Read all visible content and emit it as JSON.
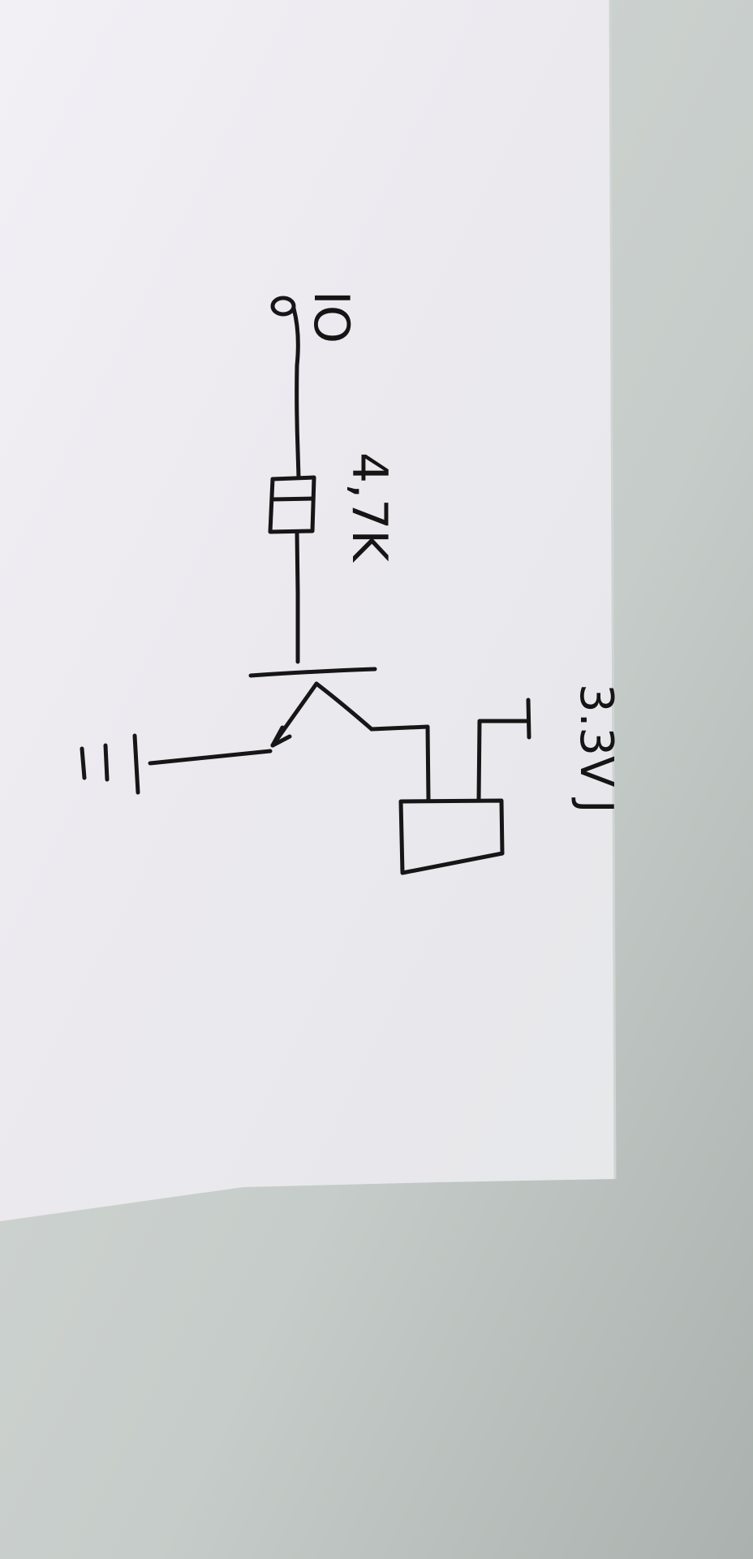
{
  "diagram": {
    "labels": {
      "io": "IO",
      "resistor_value": "4,7K",
      "supply": "3.3V",
      "supply_mark": "J"
    },
    "components": [
      "io-terminal-icon",
      "resistor-icon",
      "npn-transistor-icon",
      "ground-icon",
      "load-box-icon"
    ],
    "colors": {
      "ink": "#161616",
      "paper": "#eceaef",
      "table": "#c9cfcc"
    }
  }
}
